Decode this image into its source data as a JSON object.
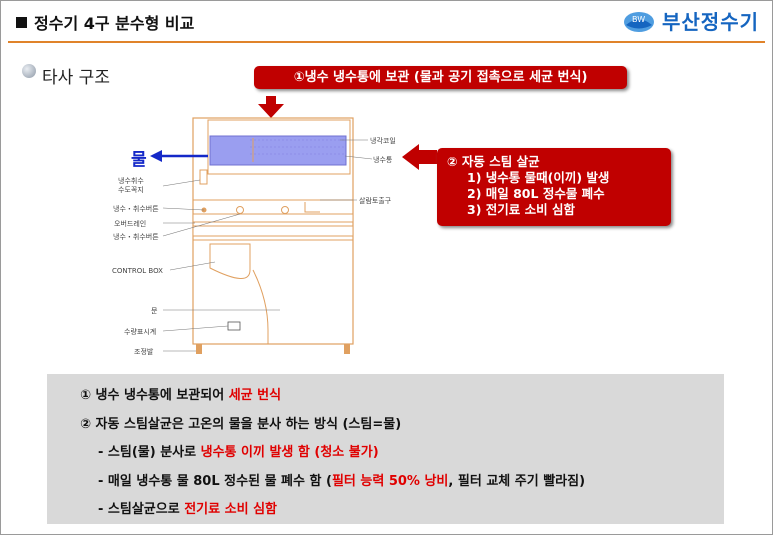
{
  "header": {
    "title": "정수기 4구 분수형 비교",
    "logo_badge": "BW",
    "logo_text": "부산정수기"
  },
  "section": {
    "title": "타사 구조"
  },
  "callout_top": "①냉수 냉수통에 보관 (물과 공기 접촉으로 세균 번식)",
  "callout_right": {
    "title": "② 자동 스팀 살균",
    "items": [
      "1) 냉수통 물때(이끼) 발생",
      "2) 매일 80L 정수물 폐수",
      "3) 전기료 소비 심함"
    ]
  },
  "diagram": {
    "water_label": "물",
    "labels_left": [
      "냉수취수",
      "수도꼭지",
      "냉수・취수버튼",
      "오버드레인",
      "냉수・취수버튼",
      "CONTROL BOX",
      "문",
      "수량표시계",
      "조정발"
    ],
    "labels_right": [
      "냉각코일",
      "냉수통",
      "살람토출구"
    ]
  },
  "summary": {
    "line1_prefix": "① 냉수 냉수통에 보관되어 ",
    "line1_red": "세균 번식",
    "line2": "② 자동 스팀살균은 고온의 물을 분사 하는 방식 (스팀=물)",
    "line3_prefix": "- 스팀(물) 분사로 ",
    "line3_red": "냉수통 이끼 발생 함 (청소 불가)",
    "line4_prefix": "- 매일 냉수통 물 80L 정수된 물 폐수 함 (",
    "line4_red": "필터 능력 50% 낭비",
    "line4_suffix": ", 필터 교체 주기 빨라짐)",
    "line5_prefix": "- 스팀살균으로 ",
    "line5_red": "전기료 소비 심함"
  },
  "colors": {
    "accent_line": "#e0832a",
    "callout_bg": "#c00000",
    "highlight_red": "#e00000",
    "logo_blue": "#1565c0",
    "water_blue": "#1428c8"
  }
}
